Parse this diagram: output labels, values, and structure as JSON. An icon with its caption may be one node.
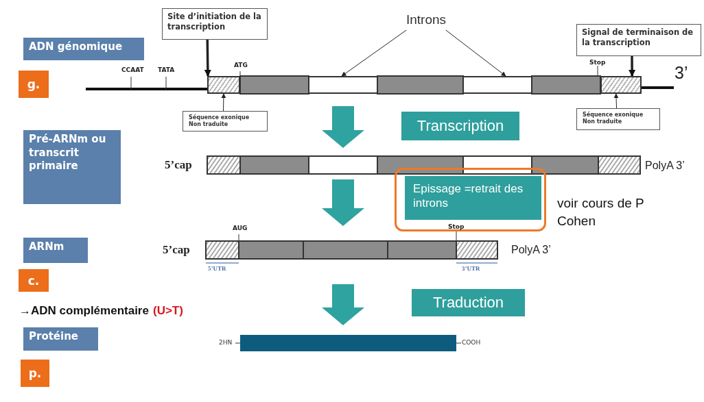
{
  "diagram": {
    "nodes": [
      {
        "text": [
          "Site d’initiation de la transcription"
        ]
      },
      {
        "text": [
          "Introns"
        ]
      },
      {
        "text": [
          "Signal de terminaison de la transcription"
        ]
      },
      {
        "text": [
          "ADN génomique"
        ]
      },
      {
        "text": [
          "g."
        ]
      },
      {
        "text": [],
        "shape": "box"
      },
      {
        "text": [],
        "shape": "box"
      },
      {
        "text": [],
        "shape": "box"
      },
      {
        "text": [],
        "shape": "box"
      },
      {
        "text": [
          "Séquence exonique Non traduite"
        ]
      },
      {
        "text": [
          "Séquence exonique Non traduite"
        ]
      },
      {
        "text": [
          "Transcription"
        ]
      },
      {
        "text": [
          "Pré-ARNm ou transcrit primaire"
        ]
      },
      {
        "text": [],
        "shape": "box"
      },
      {
        "text": [
          "Epissage =retrait des introns"
        ],
        "in": 13
      },
      {
        "text": [
          "ARNm"
        ]
      },
      {
        "text": [
          "c."
        ]
      },
      {
        "text": [
          "Traduction"
        ]
      },
      {
        "text": [
          "Protéine"
        ]
      },
      {
        "text": [
          "p."
        ]
      }
    ],
    "edges": [
      {
        "from": 0,
        "to": 5,
        "arrow": "to",
        "style": "thick"
      },
      {
        "from": 1,
        "to": 6,
        "arrow": "to"
      },
      {
        "from": 1,
        "to": 7,
        "arrow": "to"
      },
      {
        "from": 2,
        "to": 8,
        "arrow": "to",
        "style": "thick"
      },
      {
        "from": 9,
        "to": 5,
        "arrow": "to"
      },
      {
        "from": 10,
        "to": 8,
        "arrow": "to"
      }
    ],
    "labels": [
      "CCAAT",
      "TATA",
      "ATG",
      "Stop",
      "3’",
      "5’cap",
      "PolyA 3’",
      "voir cours de P Cohen",
      "AUG",
      "Stop",
      "5’cap",
      "PolyA 3’",
      "5’UTR",
      "3’UTR",
      "→ADN complémentaire",
      "(U>T)",
      "2HN",
      "COOH"
    ]
  }
}
